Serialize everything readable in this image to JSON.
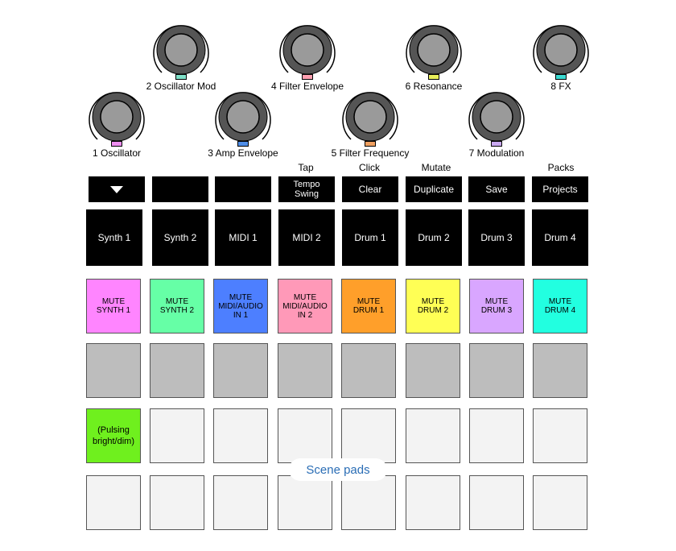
{
  "knobs": [
    {
      "label": "2 Oscillator Mod",
      "led": "#7fe0c8"
    },
    {
      "label": "4 Filter Envelope",
      "led": "#ff9fb0"
    },
    {
      "label": "6 Resonance",
      "led": "#e8ee5a"
    },
    {
      "label": "8 FX",
      "led": "#3ad9d0"
    },
    {
      "label": "1 Oscillator",
      "led": "#ee8ef0"
    },
    {
      "label": "3 Amp Envelope",
      "led": "#4f8ee8"
    },
    {
      "label": "5 Filter Frequency",
      "led": "#f0a060"
    },
    {
      "label": "7 Modulation",
      "led": "#c9a8f0"
    }
  ],
  "shift_labels": [
    "Tap",
    "Click",
    "Mutate",
    "Packs"
  ],
  "function_buttons": [
    "▼",
    "",
    "",
    "Tempo\nSwing",
    "Clear",
    "Duplicate",
    "Save",
    "Projects"
  ],
  "track_buttons": [
    "Synth 1",
    "Synth 2",
    "MIDI 1",
    "MIDI 2",
    "Drum 1",
    "Drum 2",
    "Drum 3",
    "Drum 4"
  ],
  "mute_pads": [
    {
      "label": "MUTE\nSYNTH 1",
      "color": "#ff85ff"
    },
    {
      "label": "MUTE\nSYNTH 2",
      "color": "#66ffa6"
    },
    {
      "label": "MUTE\nMIDI/AUDIO\nIN 1",
      "color": "#4d7fff"
    },
    {
      "label": "MUTE\nMIDI/AUDIO\nIN 2",
      "color": "#ff99b8"
    },
    {
      "label": "MUTE\nDRUM 1",
      "color": "#ff9f2a"
    },
    {
      "label": "MUTE\nDRUM 2",
      "color": "#ffff55"
    },
    {
      "label": "MUTE\nDRUM 3",
      "color": "#d9a6ff"
    },
    {
      "label": "MUTE\nDRUM 4",
      "color": "#22ffe0"
    }
  ],
  "active_pad": {
    "label": "(Pulsing\nbright/dim)",
    "color": "#6ff01e"
  },
  "scene_label": "Scene pads"
}
